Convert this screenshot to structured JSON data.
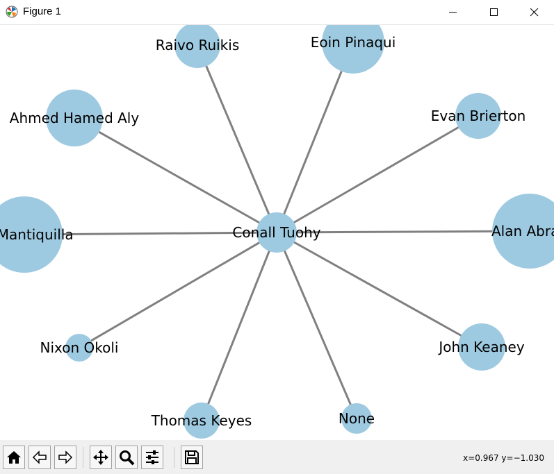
{
  "window": {
    "title": "Figure 1",
    "controls": [
      "minimize",
      "maximize",
      "close"
    ]
  },
  "graph": {
    "center": "Conall Tuohy",
    "nodes": [
      {
        "label": "Conall Tuohy"
      },
      {
        "label": "Raivo Ruikis"
      },
      {
        "label": "Eoin Pinaqui"
      },
      {
        "label": "Ahmed Hamed Aly"
      },
      {
        "label": "Evan Brierton"
      },
      {
        "label": "an Mantiquilla"
      },
      {
        "label": "Alan Abrah"
      },
      {
        "label": "Nixon Okoli"
      },
      {
        "label": "John Keaney"
      },
      {
        "label": "Thomas Keyes"
      },
      {
        "label": "None"
      }
    ],
    "edges": [
      [
        "Conall Tuohy",
        "Raivo Ruikis"
      ],
      [
        "Conall Tuohy",
        "Eoin Pinaqui"
      ],
      [
        "Conall Tuohy",
        "Ahmed Hamed Aly"
      ],
      [
        "Conall Tuohy",
        "Evan Brierton"
      ],
      [
        "Conall Tuohy",
        "an Mantiquilla"
      ],
      [
        "Conall Tuohy",
        "Alan Abrah"
      ],
      [
        "Conall Tuohy",
        "Nixon Okoli"
      ],
      [
        "Conall Tuohy",
        "John Keaney"
      ],
      [
        "Conall Tuohy",
        "Thomas Keyes"
      ],
      [
        "Conall Tuohy",
        "None"
      ]
    ],
    "colors": {
      "node": "#9ecae1",
      "edge": "#808080",
      "label": "#000000"
    }
  },
  "toolbar": {
    "buttons": [
      {
        "name": "home-button",
        "icon": "home-icon"
      },
      {
        "name": "back-button",
        "icon": "arrow-left-icon"
      },
      {
        "name": "forward-button",
        "icon": "arrow-right-icon"
      },
      {
        "name": "pan-button",
        "icon": "move-icon"
      },
      {
        "name": "zoom-button",
        "icon": "magnifier-icon"
      },
      {
        "name": "configure-subplots-button",
        "icon": "sliders-icon"
      },
      {
        "name": "save-button",
        "icon": "floppy-icon"
      }
    ],
    "coords": "x=0.967 y=−1.030"
  }
}
